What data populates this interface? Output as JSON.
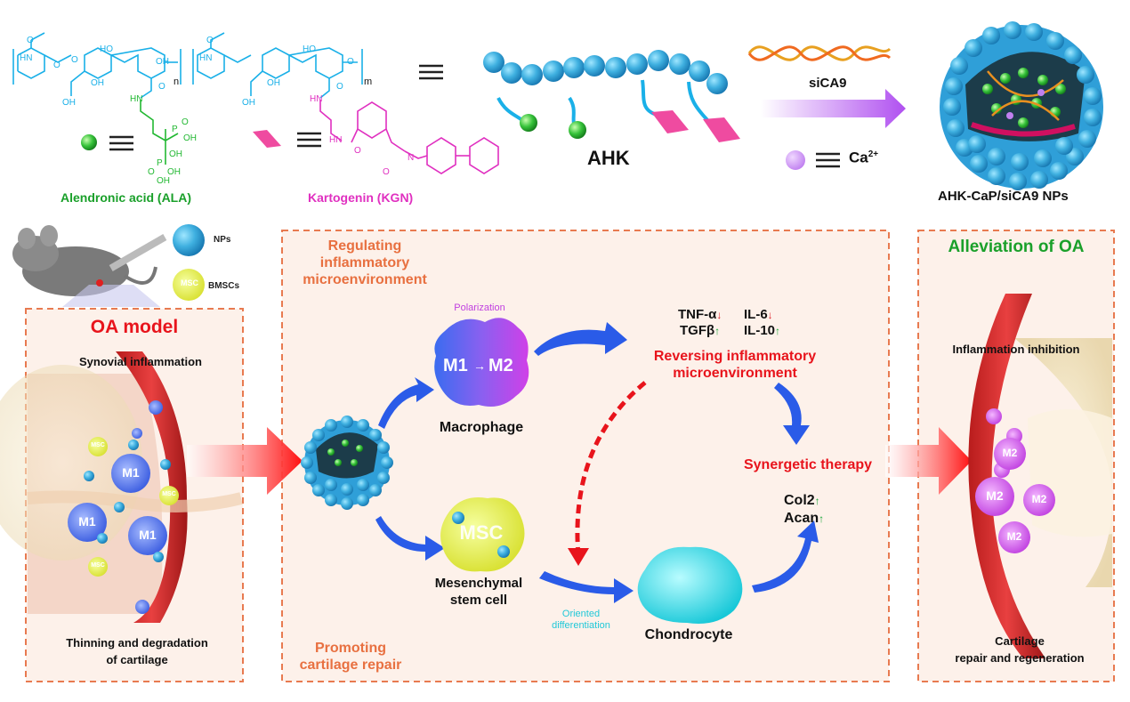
{
  "chemistry": {
    "alendronic_acid": "Alendronic acid (ALA)",
    "kartogenin": "Kartogenin (KGN)",
    "sub_n": "n",
    "sub_m": "m",
    "ala_atoms": [
      "P",
      "O",
      "OH",
      "OH",
      "P",
      "O",
      "OH",
      "OH"
    ],
    "linker_labels": [
      "HN",
      "O",
      "HN",
      "O",
      "OH",
      "OH",
      "OH",
      "OH",
      "O",
      "O",
      "O",
      "O"
    ]
  },
  "polymer": {
    "label": "AHK"
  },
  "assembly": {
    "sirna": "siCA9",
    "ion": "Ca",
    "ion_charge": "2+",
    "np_label": "AHK-CaP/siCA9 NPs"
  },
  "injection": {
    "nps": "NPs",
    "msc": "MSC",
    "bmscs": "BMSCs"
  },
  "oa_model": {
    "title": "OA model",
    "synovial": "Synovial inflammation",
    "thinning_1": "Thinning and degradation",
    "thinning_2": "of cartilage",
    "m1": "M1",
    "msc": "MSC"
  },
  "middle": {
    "regulating_1": "Regulating",
    "regulating_2": "inflammatory",
    "regulating_3": "microenvironment",
    "polarization": "Polarization",
    "m1": "M1",
    "m2": "M2",
    "macrophage": "Macrophage",
    "tnf": "TNF-α",
    "il6": "IL-6",
    "tgf": "TGFβ",
    "il10": "IL-10",
    "reversing_1": "Reversing inflammatory",
    "reversing_2": "microenvironment",
    "synergetic": "Synergetic therapy",
    "col2": "Col2",
    "acan": "Acan",
    "msc_cell": "MSC",
    "mesenchymal_1": "Mesenchymal",
    "mesenchymal_2": "stem cell",
    "oriented_1": "Oriented",
    "oriented_2": "differentiation",
    "chondrocyte": "Chondrocyte",
    "promoting_1": "Promoting",
    "promoting_2": "cartilage repair"
  },
  "alleviation": {
    "title": "Alleviation of OA",
    "inhibition": "Inflammation inhibition",
    "cartilage_1": "Cartilage",
    "cartilage_2": "repair and regeneration",
    "m2": "M2"
  },
  "colors": {
    "hyaluronic": "#1ab0e8",
    "ala_green": "#22b832",
    "kgn_magenta": "#e030c0",
    "np_blue": "#3fb0e0",
    "title_red": "#e8141c",
    "section_orange": "#e87040",
    "title_green": "#1aa02a",
    "cyan_text": "#20c8d8",
    "arrow_blue": "#2a5be8"
  }
}
